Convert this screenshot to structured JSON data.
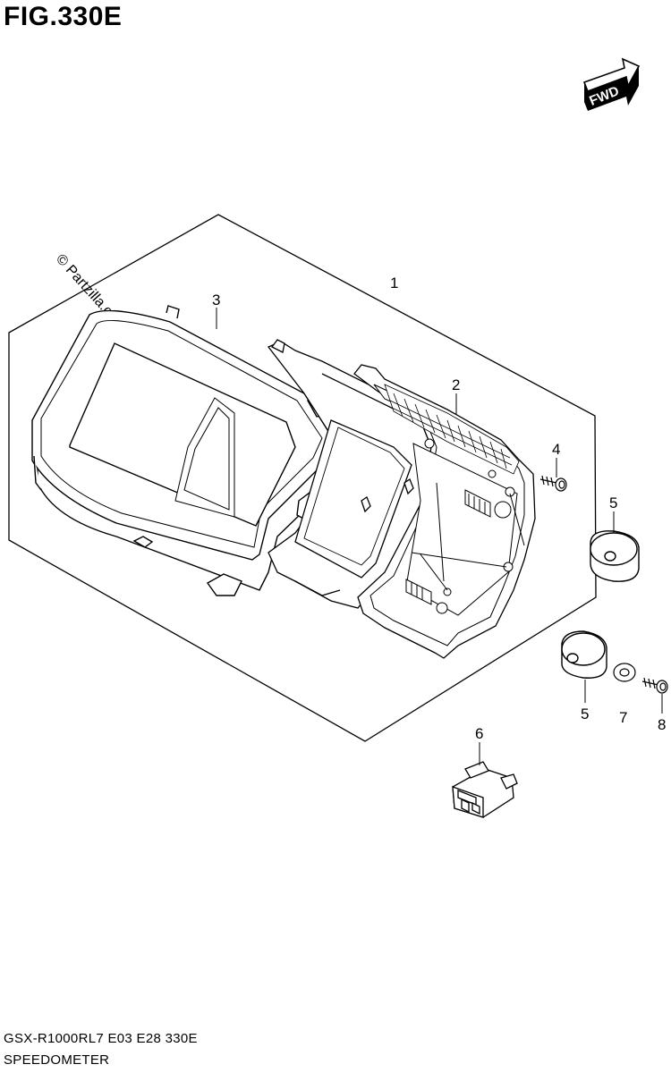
{
  "figure": {
    "title": "FIG.330E",
    "code": "GSX-R1000RL7  E03  E28  330E",
    "name": "SPEEDOMETER",
    "watermark": "© Partzilla.com",
    "direction_label": "FWD"
  },
  "callouts": [
    {
      "id": "callout-1",
      "label": "1"
    },
    {
      "id": "callout-2",
      "label": "2"
    },
    {
      "id": "callout-3",
      "label": "3"
    },
    {
      "id": "callout-4",
      "label": "4"
    },
    {
      "id": "callout-5a",
      "label": "5"
    },
    {
      "id": "callout-5b",
      "label": "5"
    },
    {
      "id": "callout-6",
      "label": "6"
    },
    {
      "id": "callout-7",
      "label": "7"
    },
    {
      "id": "callout-8",
      "label": "8"
    }
  ]
}
